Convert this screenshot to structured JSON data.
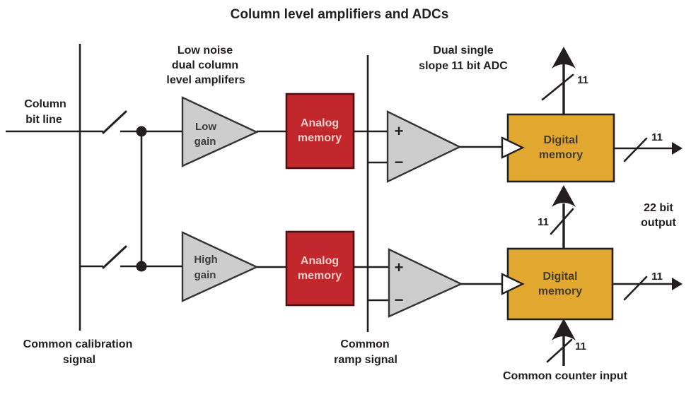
{
  "title": "Column level amplifiers and ADCs",
  "colors": {
    "line": "#231f20",
    "amp_fill": "#cdcdcd",
    "analog_fill": "#c1272d",
    "analog_stroke": "#4a1012",
    "analog_text": "#f5d0cb",
    "digital_fill": "#e2a72e",
    "digital_stroke": "#231f20",
    "digital_text": "#443d2e"
  },
  "labels": {
    "column_bit_line": [
      "Column",
      "bit line"
    ],
    "low_noise_amps": [
      "Low noise",
      "dual column",
      "level amplifers"
    ],
    "dual_single_adc": [
      "Dual single",
      "slope 11 bit ADC"
    ],
    "common_calibration": [
      "Common calibration",
      "signal"
    ],
    "common_ramp": [
      "Common",
      "ramp signal"
    ],
    "common_counter": "Common counter input",
    "output_22bit": [
      "22 bit",
      "output"
    ]
  },
  "blocks": {
    "low_gain_amp": [
      "Low",
      "gain"
    ],
    "high_gain_amp": [
      "High",
      "gain"
    ],
    "analog_memory": [
      "Analog",
      "memory"
    ],
    "digital_memory": [
      "Digital",
      "memory"
    ]
  },
  "comparator": {
    "plus": "+",
    "minus": "−"
  },
  "bus_width": "11"
}
